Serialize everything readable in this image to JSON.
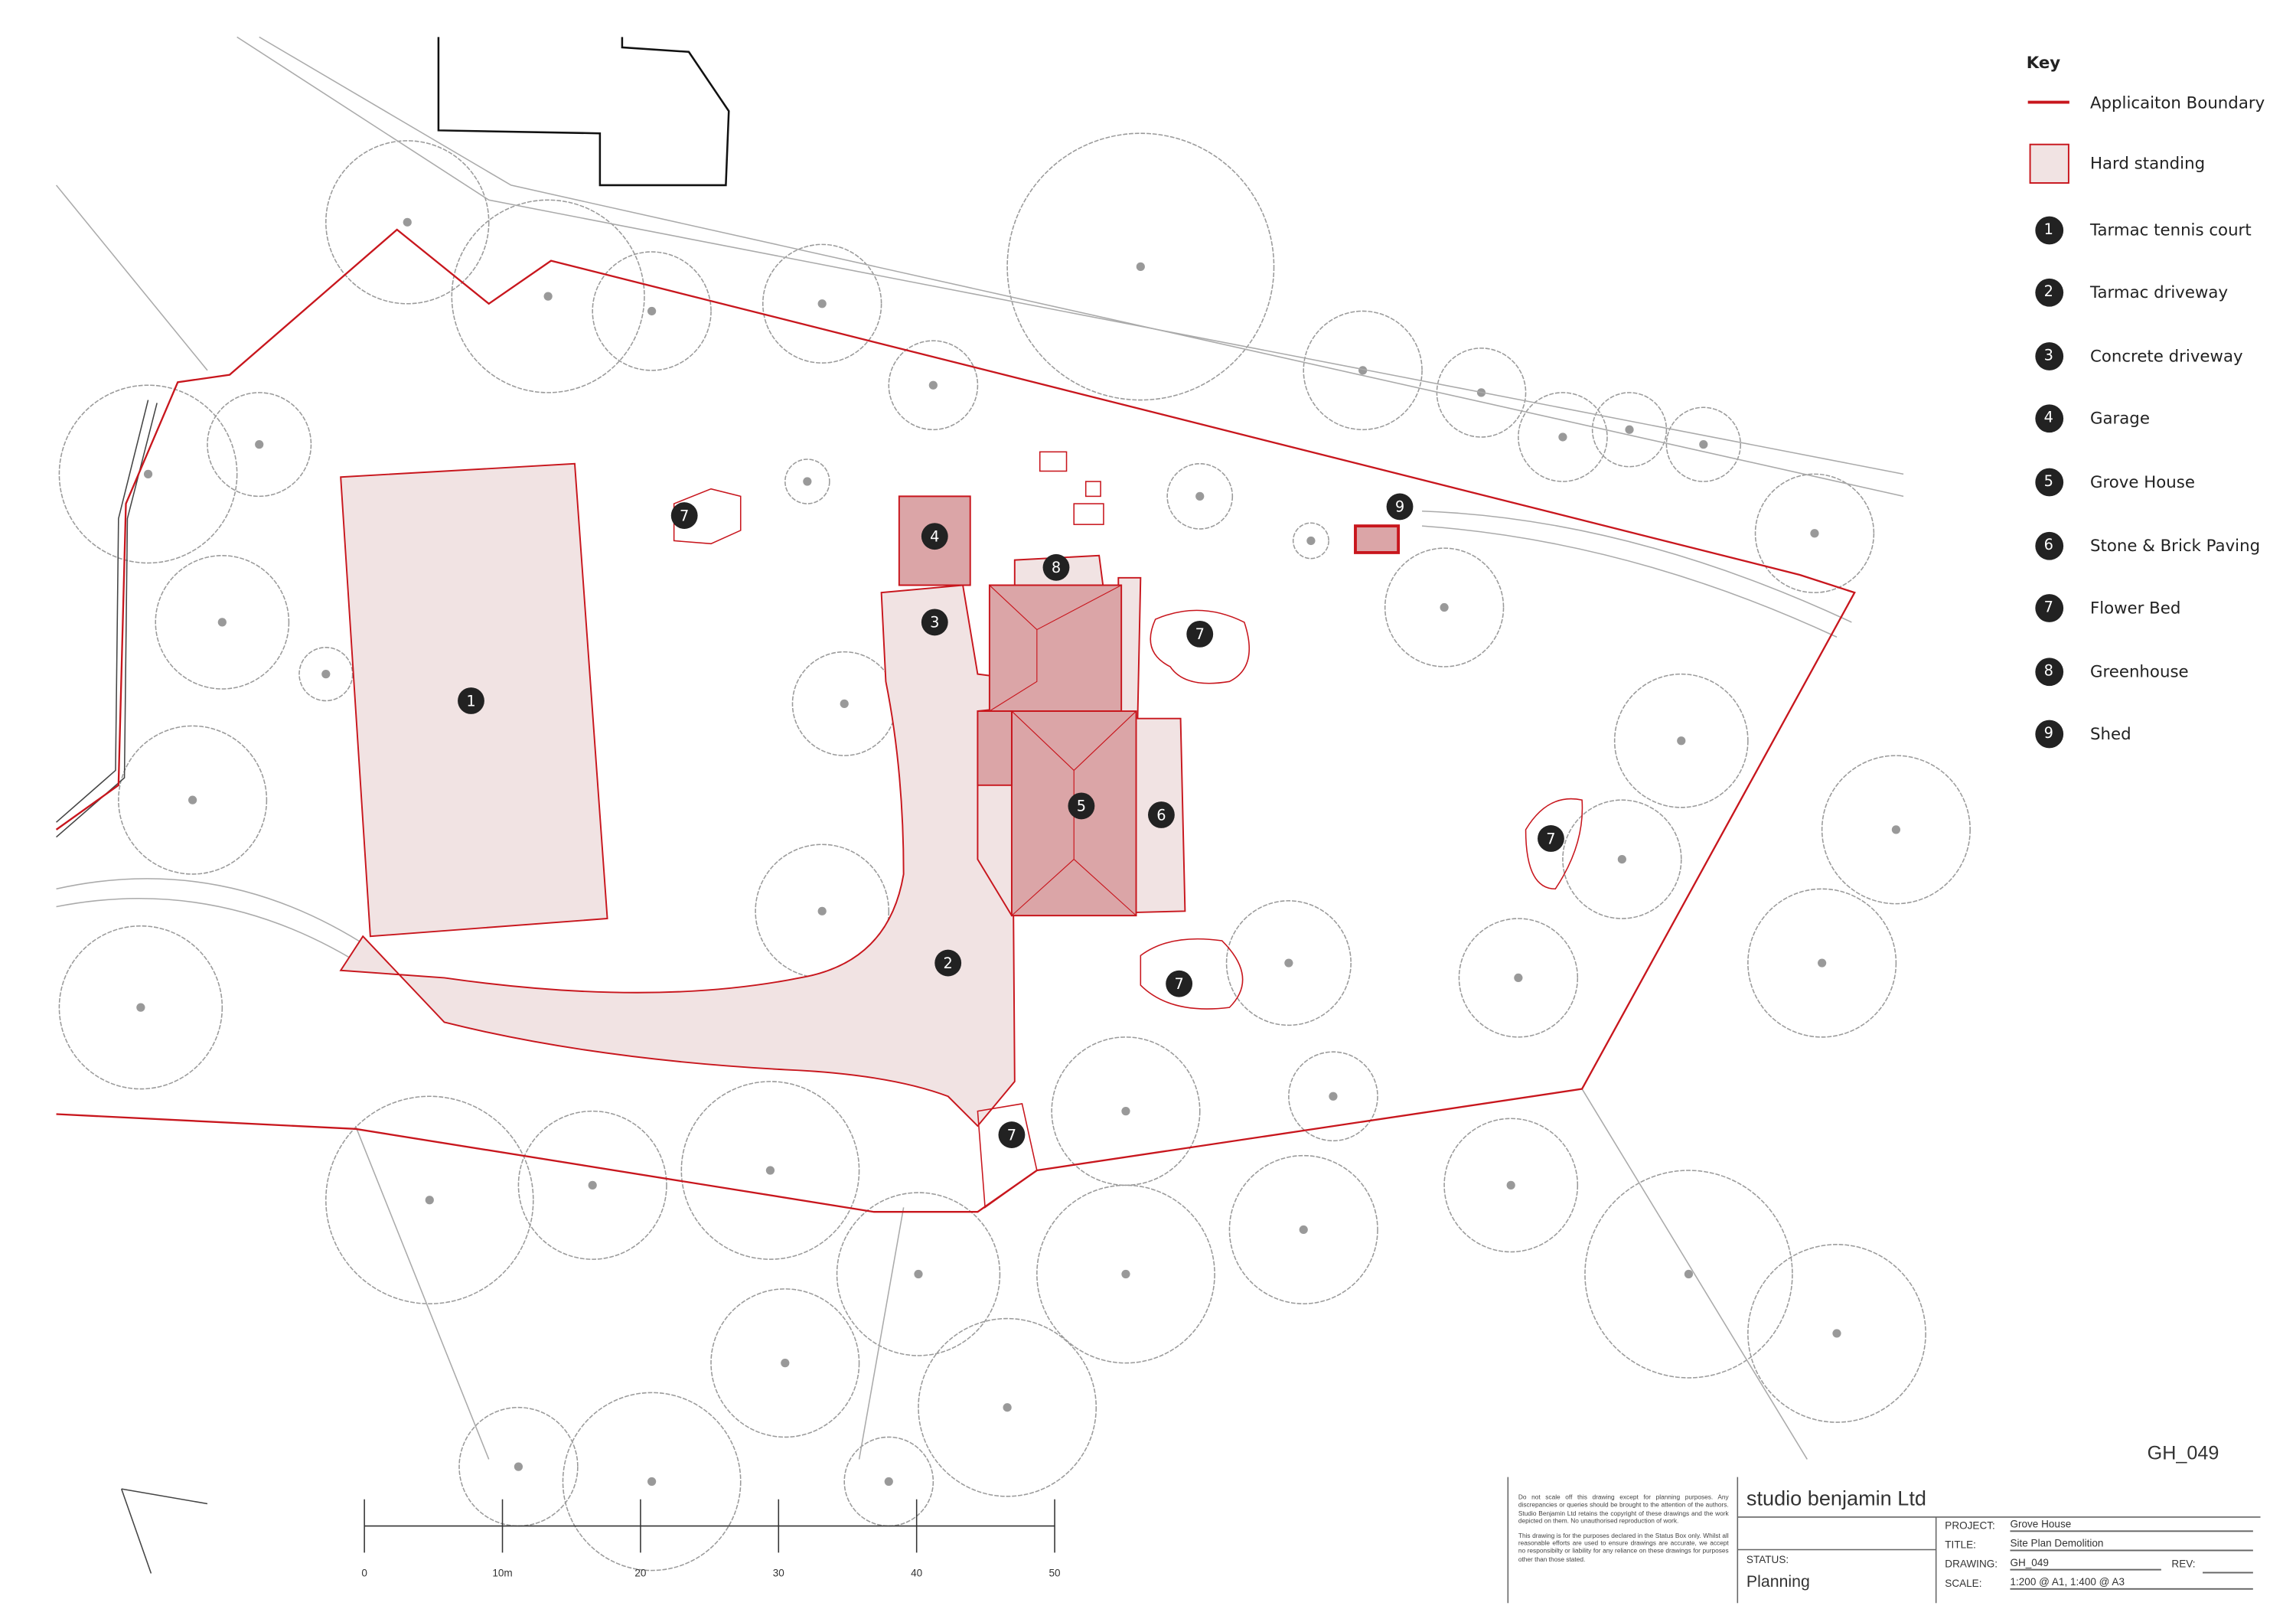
{
  "drawing_number": "GH_049",
  "key": {
    "title": "Key",
    "boundary_label": "Applicaiton Boundary",
    "hard_standing_label": "Hard standing",
    "items": [
      {
        "num": "1",
        "label": "Tarmac tennis court"
      },
      {
        "num": "2",
        "label": "Tarmac driveway"
      },
      {
        "num": "3",
        "label": "Concrete driveway"
      },
      {
        "num": "4",
        "label": "Garage"
      },
      {
        "num": "5",
        "label": "Grove House"
      },
      {
        "num": "6",
        "label": "Stone & Brick Paving"
      },
      {
        "num": "7",
        "label": "Flower Bed"
      },
      {
        "num": "8",
        "label": "Greenhouse"
      },
      {
        "num": "9",
        "label": "Shed"
      }
    ]
  },
  "colors": {
    "boundary": "#c8161d",
    "hard_fill": "#f1e3e3",
    "building_fill": "#dba5a7",
    "marker": "#222222",
    "tree": "#9a9a9a"
  },
  "scale_bar": {
    "ticks": [
      "0",
      "10m",
      "20",
      "30",
      "40",
      "50"
    ]
  },
  "title_block": {
    "disclaimer_1": "Do not scale off this drawing except for planning purposes. Any discrepancies or queries should be brought to the attention of the authors. Studio Benjamin Ltd retains the copyright of these drawings and the work depicted on them. No unauthorised reproduction of work.",
    "disclaimer_2": "This drawing is for the purposes declared in the Status Box only. Whilst all reasonable efforts are used to ensure drawings are accurate, we accept no responsibilty or liability for any reliance on these drawings for purposes other than those stated.",
    "company": "studio benjamin Ltd",
    "status_label": "STATUS:",
    "status_value": "Planning",
    "project_label": "PROJECT:",
    "project_value": "Grove House",
    "title_label": "TITLE:",
    "title_value": "Site Plan Demolition",
    "drawing_label": "DRAWING:",
    "drawing_value": "GH_049",
    "rev_label": "REV:",
    "scale_label": "SCALE:",
    "scale_value": "1:200 @ A1, 1:400 @ A3"
  }
}
